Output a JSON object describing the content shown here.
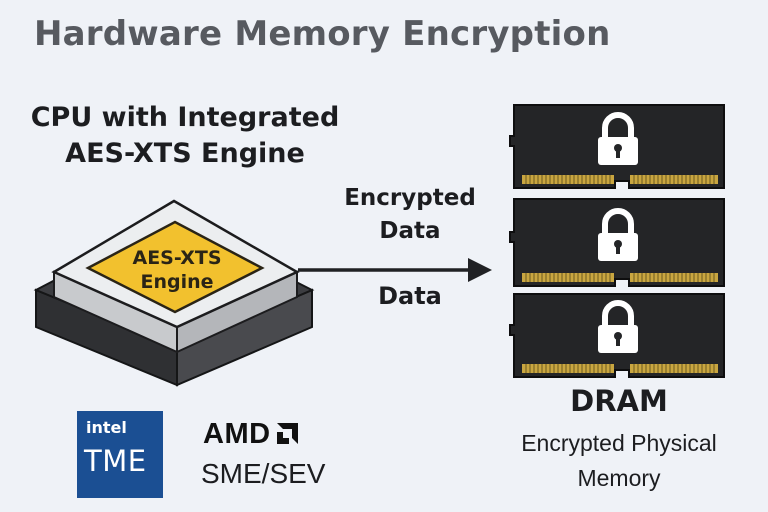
{
  "title": "Hardware Memory Encryption",
  "cpu": {
    "heading_line1": "CPU with Integrated",
    "heading_line2": "AES-XTS Engine",
    "engine_line1": "AES-XTS",
    "engine_line2": "Engine"
  },
  "flow": {
    "encrypted_line1": "Encrypted",
    "encrypted_line2": "Data",
    "plain": "Data"
  },
  "logos": {
    "intel_brand": "intel",
    "intel_product": "TME",
    "amd_brand": "AMD",
    "amd_product": "SME/SEV"
  },
  "dram": {
    "title": "DRAM",
    "subtitle_line1": "Encrypted Physical",
    "subtitle_line2": "Memory",
    "module_count": 3
  },
  "icons": [
    "lock-icon",
    "arrow-right-icon",
    "amd-arrow-icon"
  ],
  "colors": {
    "background": "#eff2f7",
    "title": "#575a60",
    "engine": "#f2c12e",
    "chip_body": "#ecedef",
    "chip_base": "#3a3b3e",
    "module": "#242527",
    "pins": "#c9a640",
    "intel_blue": "#1b4f93"
  }
}
